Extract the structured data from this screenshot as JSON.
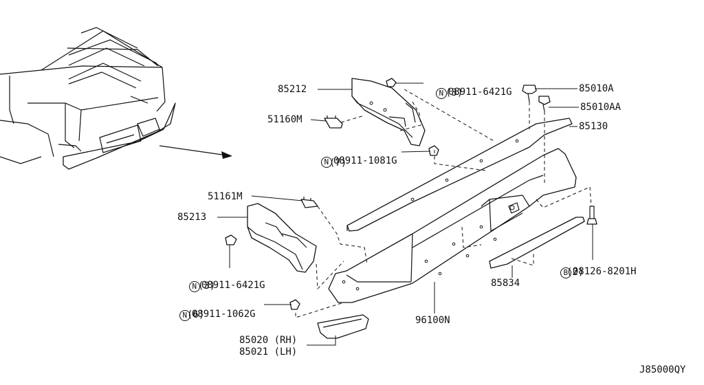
{
  "diagram": {
    "code": "J85000QY",
    "parts": {
      "p85212": "85212",
      "p51160M": "51160M",
      "p51161M": "51161M",
      "p85213": "85213",
      "p85010A": "85010A",
      "p85010AA": "85010AA",
      "p85130": "85130",
      "p85834": "85834",
      "p96100N": "96100N",
      "p85020": "85020 (RH)",
      "p85021": "85021 (LH)"
    },
    "fasteners": {
      "f1": {
        "symbol": "N",
        "part": "08911-6421G",
        "qty": "(3)"
      },
      "f2": {
        "symbol": "N",
        "part": "08911-1081G",
        "qty": "(7)"
      },
      "f3": {
        "symbol": "N",
        "part": "08911-6421G",
        "qty": "(3)"
      },
      "f4": {
        "symbol": "N",
        "part": "08911-1062G",
        "qty": "(6)"
      },
      "f5": {
        "symbol": "B",
        "part": "08126-8201H",
        "qty": "(2)"
      }
    }
  }
}
